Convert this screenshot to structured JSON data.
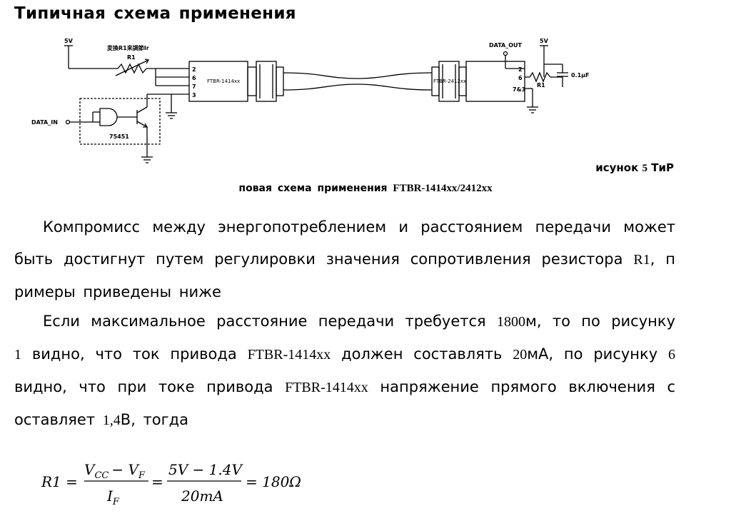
{
  "heading": "Типичная схема применения",
  "schematic": {
    "label_5v_left": "5V",
    "label_adjust": "変換R1来調節Ir",
    "label_r1_left": "R1",
    "label_data_in": "DATA_IN",
    "label_chip": "75451",
    "tx_module": "FTBR-1414xx",
    "tx_pins": [
      "2",
      "6",
      "7",
      "3"
    ],
    "rx_module": "FTBR-2412xx",
    "rx_pins": [
      "2",
      "6",
      "7&3"
    ],
    "label_data_out": "DATA_OUT",
    "label_5v_right": "5V",
    "label_r1_right": "R1",
    "label_cap": "0.1μF"
  },
  "caption": {
    "line1_word": "исунок",
    "line1_num": "5",
    "line1_tail": "ТиР",
    "line2_text": "повая схема применения",
    "line2_part": "FTBR-1414xx/2412xx"
  },
  "paragraph1": {
    "l1": "Компромисс между энергопотреблением и расстоянием передачи может",
    "l2a": "быть достигнут путем регулировки значения сопротивления резистора",
    "l2b": "R1",
    "l2c": ", п",
    "l3": "римеры приведены ниже"
  },
  "paragraph2": {
    "l1a": "Если максимальное расстояние передачи требуется",
    "l1b": "1800",
    "l1c": "м, то по рисунку",
    "l2a": "1",
    "l2b": "видно, что ток привода",
    "l2c": "FTBR-1414xx",
    "l2d": "должен составлять",
    "l2e": "20",
    "l2f": "мА, по рисунку",
    "l2g": "6",
    "l3a": "видно, что при токе привода",
    "l3b": "FTBR-1414xx",
    "l3c": "напряжение прямого включения с",
    "l4a": "оставляет",
    "l4b": "1,4",
    "l4c": "В, тогда"
  },
  "formula": {
    "lhs": "R1 =",
    "frac1_num": "V",
    "frac1_num_sub": "CC",
    "frac1_minus": "− V",
    "frac1_num_sub2": "F",
    "frac1_den": "I",
    "frac1_den_sub": "F",
    "eq1": "=",
    "frac2_num": "5V − 1.4V",
    "frac2_den": "20mA",
    "eq2": "= 180Ω"
  }
}
